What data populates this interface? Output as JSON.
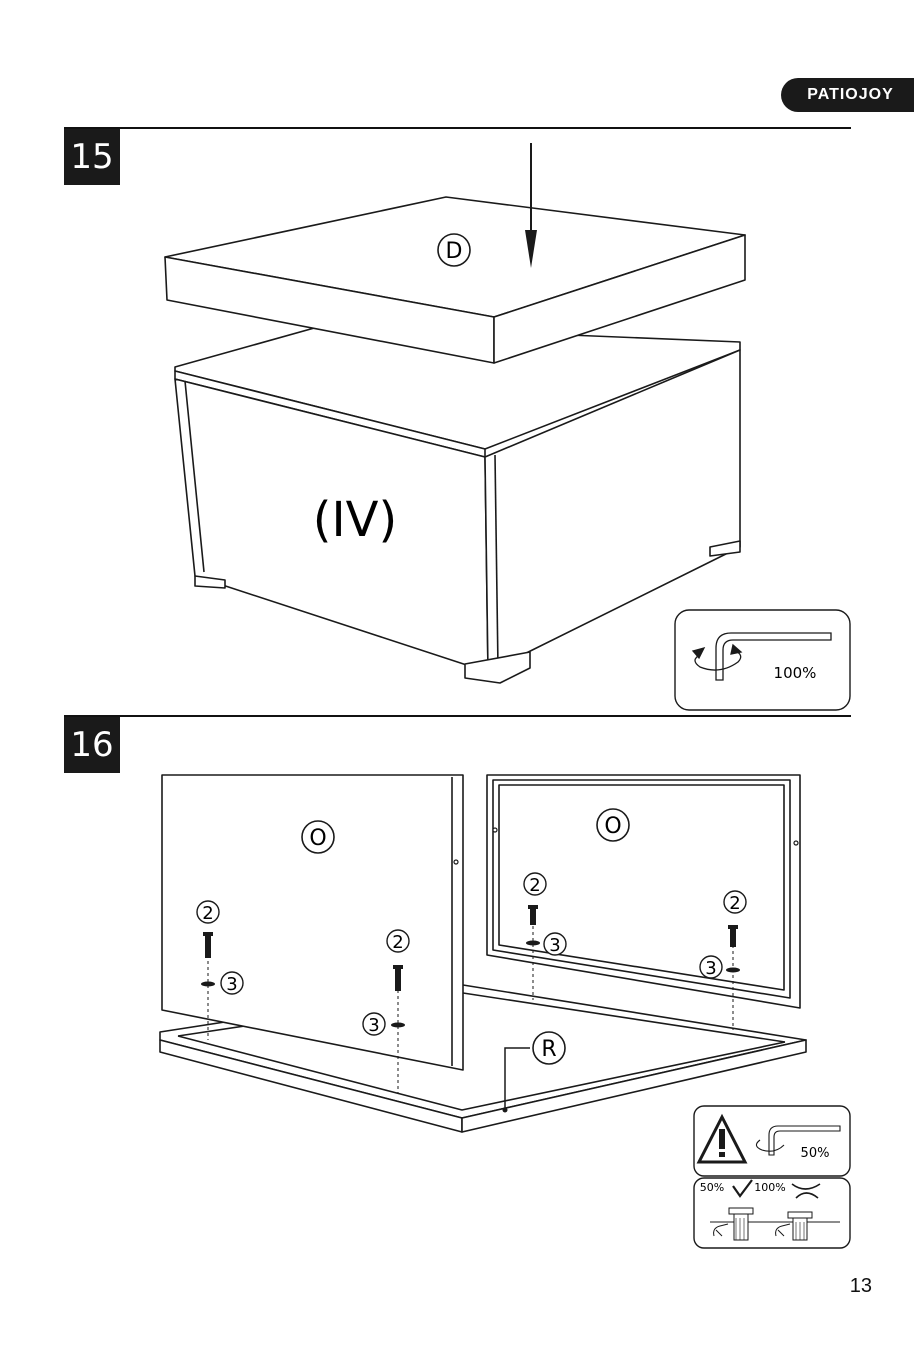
{
  "header": {
    "brand": "PATIOJOY"
  },
  "steps": [
    {
      "number": "15",
      "labels": {
        "top_panel": "D",
        "cabinet": "(IV)"
      },
      "tool_box": {
        "tightness": "100%"
      }
    },
    {
      "number": "16",
      "labels": {
        "left_panel": "O",
        "right_panel": "O",
        "frame": "R",
        "screw": "2",
        "washer": "3"
      },
      "warning_box": {
        "tightness": "50%"
      },
      "guide_box": {
        "left_label": "50%",
        "right_label": "100%"
      }
    }
  ],
  "footer": {
    "page_number": "13"
  }
}
